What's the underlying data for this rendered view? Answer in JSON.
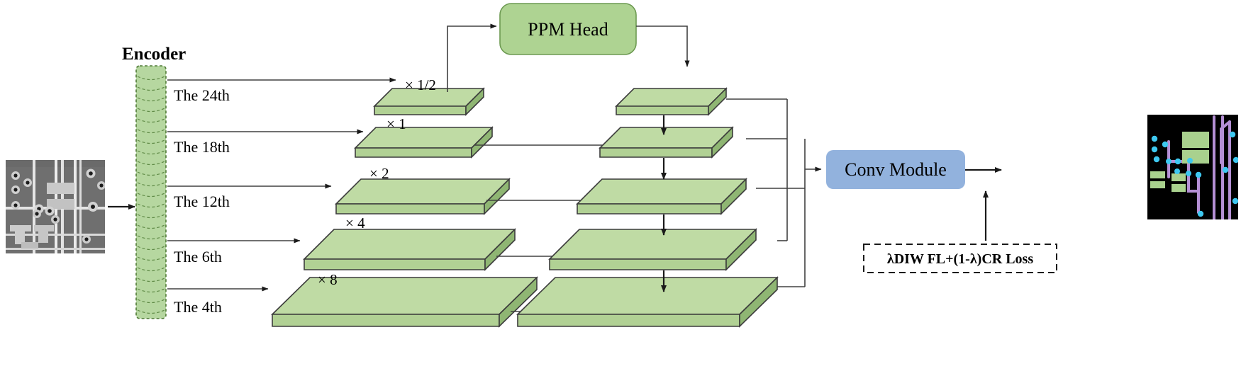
{
  "figure": {
    "kind": "neural-network-architecture-diagram",
    "background_color": "#ffffff"
  },
  "encoder": {
    "title": "Encoder",
    "block_count": 24,
    "fill_color": "#b6d7a0",
    "border_color": "#4f7a36",
    "taps": [
      {
        "label": "The 24th",
        "scale": "× 1/2"
      },
      {
        "label": "The 18th",
        "scale": "× 1"
      },
      {
        "label": "The 12th",
        "scale": "× 2"
      },
      {
        "label": "The 6th",
        "scale": "× 4"
      },
      {
        "label": "The 4th",
        "scale": "× 8"
      }
    ]
  },
  "ppm": {
    "label": "PPM Head",
    "fill_color": "#aed392",
    "border_color": "#6d9a52"
  },
  "conv": {
    "label": "Conv Module",
    "fill_color": "#92b2dd",
    "border_color": "#92b2dd"
  },
  "loss": {
    "label": "λDIW  FL+(1-λ)CR Loss",
    "border_style": "dashed",
    "border_color": "#1a1a1a"
  },
  "slabs": {
    "top_fill": "#bfdba4",
    "side_fill": "#8fb673",
    "edge_color": "#3c3c3c",
    "encoder_pyramid_scales": [
      "× 1/2",
      "× 1",
      "× 2",
      "× 4",
      "× 8"
    ],
    "decoder_level_count": 5
  },
  "input_image": {
    "name": "pcb-xray-input",
    "description": "grayscale PCB X-ray patch",
    "background_color": "#707070",
    "trace_color": "#e8e8e8",
    "via_color": "#1a1a1a"
  },
  "output_image": {
    "name": "pcb-segmentation-output",
    "description": "color segmentation mask",
    "background_color": "#000000",
    "pad_color": "#a9d18e",
    "trace_color": "#b48fd4",
    "via_color": "#3ec8f0"
  }
}
